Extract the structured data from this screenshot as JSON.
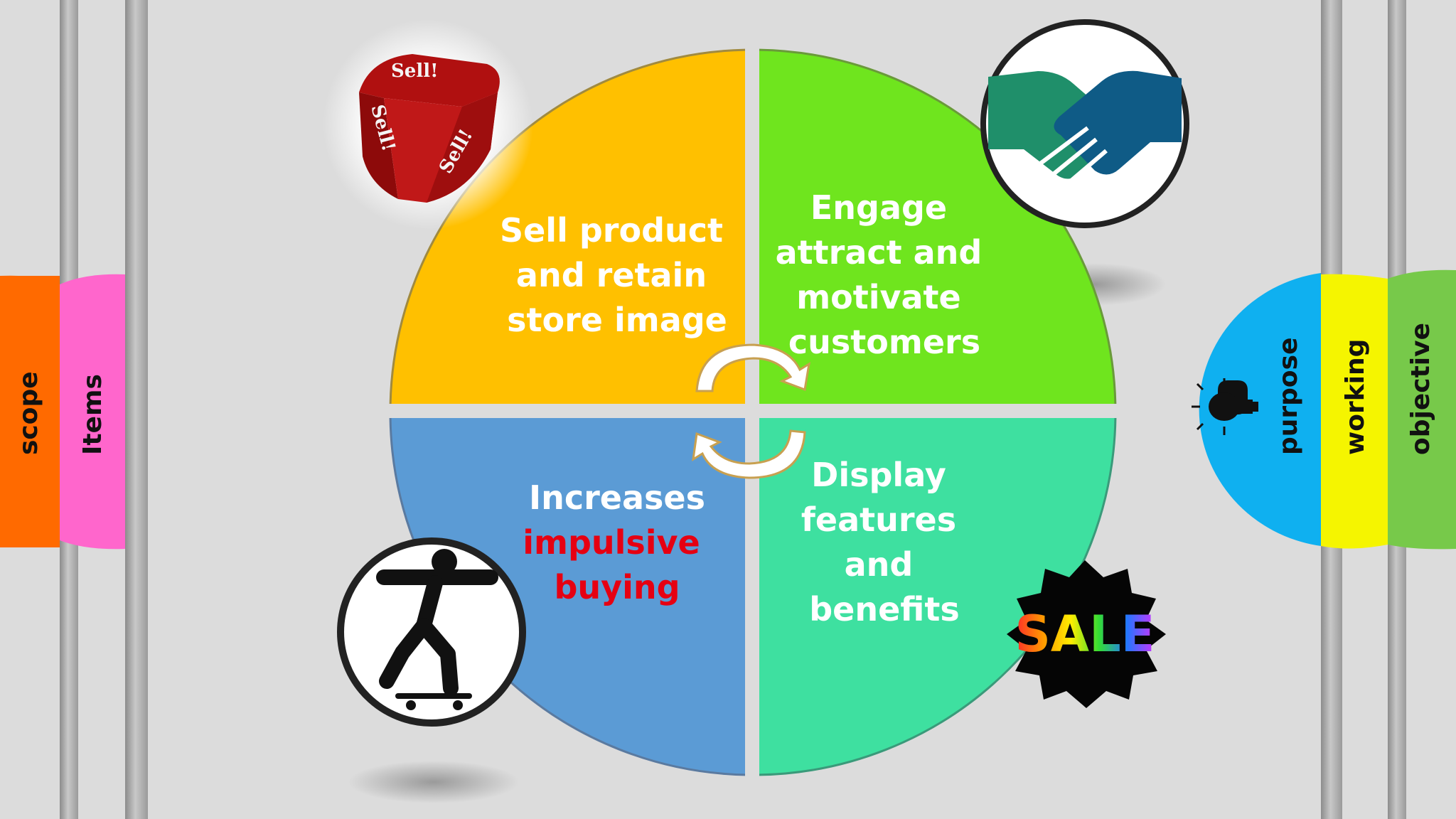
{
  "left_tabs": [
    {
      "label": "scope",
      "color": "#ff6a00"
    },
    {
      "label": "Items",
      "color": "#ff66cc"
    }
  ],
  "right_tabs": [
    {
      "label": "purpose",
      "color": "#0fb0f0"
    },
    {
      "label": "working",
      "color": "#f5f500"
    },
    {
      "label": "objective",
      "color": "#77c94a"
    }
  ],
  "quadrants": {
    "top_left": {
      "lines": [
        "Sell product",
        "and retain",
        "store image"
      ],
      "color": "#ffc000"
    },
    "top_right": {
      "lines": [
        "Engage",
        "attract and",
        "motivate",
        "customers"
      ],
      "color": "#6fe51e"
    },
    "bottom_left": {
      "lines": [
        "Increases"
      ],
      "highlight_lines": [
        "impulsive",
        "buying"
      ],
      "color": "#5b9bd5"
    },
    "bottom_right": {
      "lines": [
        "Display",
        "features",
        "and",
        "benefits"
      ],
      "color": "#3ee0a0"
    }
  },
  "icons": {
    "dice": {
      "name": "dice-icon",
      "text": [
        "Sell!",
        "Sell!",
        "Sell!"
      ]
    },
    "handshake": {
      "name": "handshake-icon"
    },
    "skateboarder": {
      "name": "skateboarder-icon"
    },
    "sale": {
      "name": "sale-badge-icon",
      "text": "SALE"
    },
    "lightbulb": {
      "name": "lightbulb-icon"
    }
  }
}
